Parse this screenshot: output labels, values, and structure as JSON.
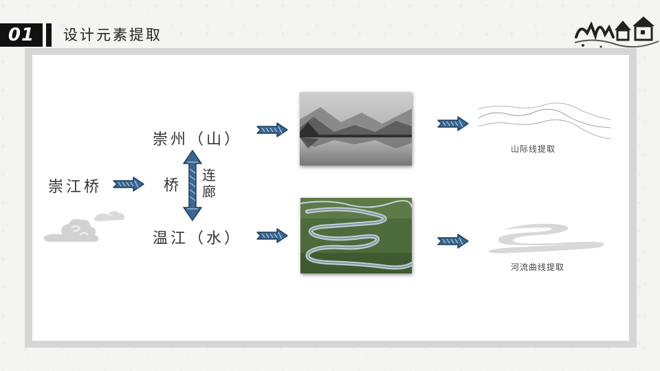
{
  "header": {
    "number": "01",
    "title": "设计元素提取"
  },
  "logo": {
    "icon": "ink-village-logo-icon"
  },
  "diagram": {
    "source": "崇江桥",
    "mountain": "崇州（山）",
    "bridge": "桥",
    "connector": "连廊",
    "water": "温江（水）",
    "mountain_caption": "山际线提取",
    "river_caption": "河流曲线提取"
  },
  "colors": {
    "arrow_fill": "#2d5a86",
    "arrow_stroke": "#1f3f60",
    "header_bg": "#111111"
  }
}
